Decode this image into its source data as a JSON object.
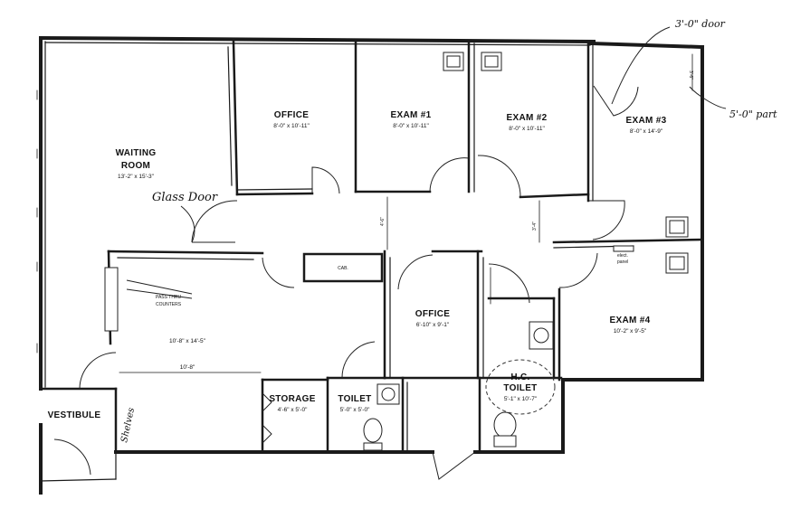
{
  "rooms": {
    "waiting": {
      "name_1": "WAITING",
      "name_2": "ROOM",
      "dims": "13'-2\" x 15'-3\""
    },
    "office_1": {
      "name": "OFFICE",
      "dims": "8'-0\" x 10'-11\""
    },
    "exam_1": {
      "name": "EXAM #1",
      "dims": "8'-0\" x 10'-11\""
    },
    "exam_2": {
      "name": "EXAM #2",
      "dims": "8'-0\" x 10'-11\""
    },
    "exam_3": {
      "name": "EXAM #3",
      "dims": "8'-0\" x 14'-9\""
    },
    "exam_4": {
      "name": "EXAM #4",
      "dims": "10'-2\" x 9'-5\""
    },
    "office_2": {
      "name": "OFFICE",
      "dims": "6'-10\" x 9'-1\""
    },
    "reception": {
      "dims": "10'-8\" x 14'-5\"",
      "width_dim": "10'-8\""
    },
    "storage": {
      "name": "STORAGE",
      "dims": "4'-6\" x 5'-0\""
    },
    "toilet": {
      "name": "TOILET",
      "dims": "5'-0\" x 5'-0\""
    },
    "hc_toilet": {
      "name_1": "H.C.",
      "name_2": "TOILET",
      "dims": "5'-1\" x 10'-7\""
    },
    "vestibule": {
      "name": "VESTIBULE"
    }
  },
  "labels": {
    "pass_thru_1": "PASS THRU",
    "pass_thru_2": "COUNTERS",
    "cab": "CAB.",
    "elect_1": "elect.",
    "elect_2": "panel",
    "hall_dim_1": "4'-6\"",
    "hall_dim_2": "3'-4\"",
    "exam3_dim": "3'-6\""
  },
  "annotations": {
    "glass_door": "Glass Door",
    "door_3ft": "3'-0\" door",
    "part_5ft": "5'-0\" part",
    "shelves": "Shelves"
  }
}
